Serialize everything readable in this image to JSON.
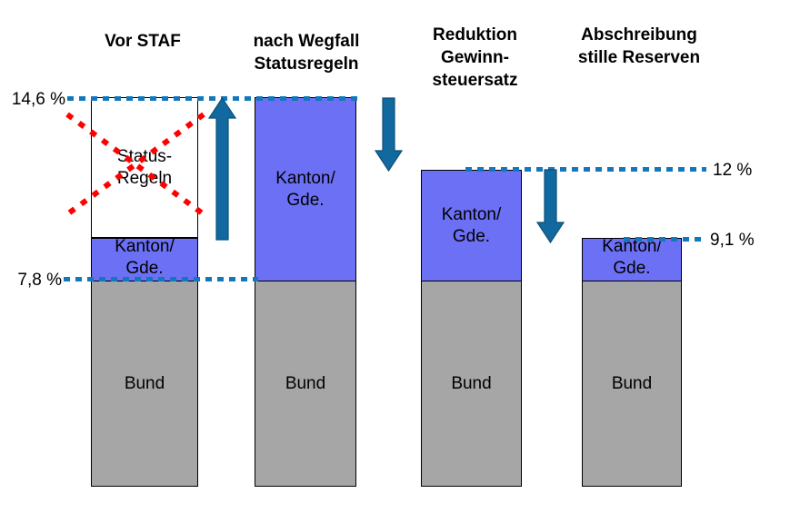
{
  "diagram": {
    "title_columns": [
      {
        "id": "vor-staf",
        "label": "Vor STAF"
      },
      {
        "id": "wegfall-status",
        "label": "nach Wegfall\nStatusregeln"
      },
      {
        "id": "reduktion",
        "label": "Reduktion\nGewinn-\nsteuersatz"
      },
      {
        "id": "abschreibung",
        "label": "Abschreibung\nstille Reserven"
      }
    ],
    "segment_labels": {
      "kanton": "Kanton/\nGde.",
      "bund": "Bund",
      "status": "Status-\nRegeln"
    },
    "reference_lines": [
      {
        "id": "line-14-6",
        "value": "14,6 %",
        "side": "left"
      },
      {
        "id": "line-7-8",
        "value": "7,8 %",
        "side": "left"
      },
      {
        "id": "line-12",
        "value": "12 %",
        "side": "right"
      },
      {
        "id": "line-9-1",
        "value": "9,1 %",
        "side": "right"
      }
    ],
    "colors": {
      "kanton_blue": "#6c70f5",
      "bund_gray": "#a6a6a6",
      "line_blue": "#1277bc",
      "arrow_blue": "#12699f",
      "cross_red": "#ff0000",
      "background": "#ffffff"
    },
    "bars": [
      {
        "id": "bar-vor-staf",
        "column": "Vor STAF",
        "segments": [
          {
            "id": "status-regeln",
            "label": "Status-\nRegeln",
            "fill": "white"
          },
          {
            "id": "kanton-gde",
            "label": "Kanton/\nGde.",
            "fill": "blue"
          },
          {
            "id": "bund",
            "label": "Bund",
            "fill": "gray"
          }
        ],
        "total_value": "14,6 %",
        "bund_value": "7,8 %"
      },
      {
        "id": "bar-nach-wegfall",
        "column": "nach Wegfall Statusregeln",
        "segments": [
          {
            "id": "kanton-gde",
            "label": "Kanton/\nGde.",
            "fill": "blue"
          },
          {
            "id": "bund",
            "label": "Bund",
            "fill": "gray"
          }
        ],
        "total_value": "14,6 %",
        "bund_value": "7,8 %"
      },
      {
        "id": "bar-reduktion",
        "column": "Reduktion Gewinnsteuersatz",
        "segments": [
          {
            "id": "kanton-gde",
            "label": "Kanton/\nGde.",
            "fill": "blue"
          },
          {
            "id": "bund",
            "label": "Bund",
            "fill": "gray"
          }
        ],
        "total_value": "12 %",
        "bund_value": "7,8 %"
      },
      {
        "id": "bar-abschreibung",
        "column": "Abschreibung stille Reserven",
        "segments": [
          {
            "id": "kanton-gde",
            "label": "Kanton/\nGde.",
            "fill": "blue"
          },
          {
            "id": "bund",
            "label": "Bund",
            "fill": "gray"
          }
        ],
        "total_value": "9,1 %",
        "bund_value": "7,8 %"
      }
    ],
    "arrows": [
      {
        "id": "arrow-up-1",
        "direction": "up",
        "from": "7,8 %",
        "to": "14,6 %"
      },
      {
        "id": "arrow-down-2",
        "direction": "down",
        "from": "14,6 %",
        "to": "12 %"
      },
      {
        "id": "arrow-down-3",
        "direction": "down",
        "from": "12 %",
        "to": "9,1 %"
      }
    ],
    "annotations": [
      {
        "id": "cross-out-status-regeln",
        "kind": "red-cross",
        "over": "status-regeln"
      }
    ]
  },
  "chart_data": {
    "type": "bar",
    "title": "",
    "categories": [
      "Vor STAF",
      "nach Wegfall Statusregeln",
      "Reduktion Gewinnsteuersatz",
      "Abschreibung stille Reserven"
    ],
    "series": [
      {
        "name": "Bund",
        "values": [
          7.8,
          7.8,
          7.8,
          7.8
        ]
      },
      {
        "name": "Kanton/Gde.",
        "values": [
          1.9,
          6.8,
          4.2,
          1.3
        ]
      },
      {
        "name": "Status-Regeln (entfällt)",
        "values": [
          4.9,
          0,
          0,
          0
        ]
      }
    ],
    "totals": [
      14.6,
      14.6,
      12.0,
      9.1
    ],
    "tick_labels": [
      "14,6 %",
      "12 %",
      "9,1 %",
      "7,8 %"
    ],
    "xlabel": "",
    "ylabel": "",
    "ylim": [
      0,
      16
    ],
    "grid": false,
    "legend": "none",
    "stacked": true
  }
}
